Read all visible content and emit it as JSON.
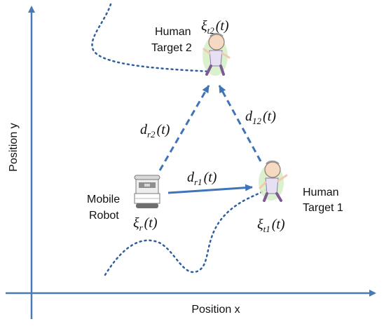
{
  "axes": {
    "x_label": "Position  x",
    "y_label": "Position  y"
  },
  "robot": {
    "label_line1": "Mobile",
    "label_line2": "Robot",
    "state_sym": "ξ",
    "state_sub": "r",
    "state_arg": "(t)"
  },
  "target1": {
    "label_line1": "Human",
    "label_line2": "Target 1",
    "state_sym": "ξ",
    "state_sub": "t1",
    "state_arg": "(t)"
  },
  "target2": {
    "label_line1": "Human",
    "label_line2": "Target 2",
    "state_sym": "ξ",
    "state_sub": "t2",
    "state_arg": "(t)"
  },
  "distances": {
    "r1": {
      "sym": "d",
      "sub": "r1",
      "arg": "(t)"
    },
    "r2": {
      "sym": "d",
      "sub": "r2",
      "arg": "(t)"
    },
    "t12": {
      "sym": "d",
      "sub": "12",
      "arg": "(t)"
    }
  },
  "colors": {
    "axis": "#4a7ab5",
    "arrow": "#3f74b8",
    "boundary": "#2f5f9e",
    "text": "#111111"
  }
}
